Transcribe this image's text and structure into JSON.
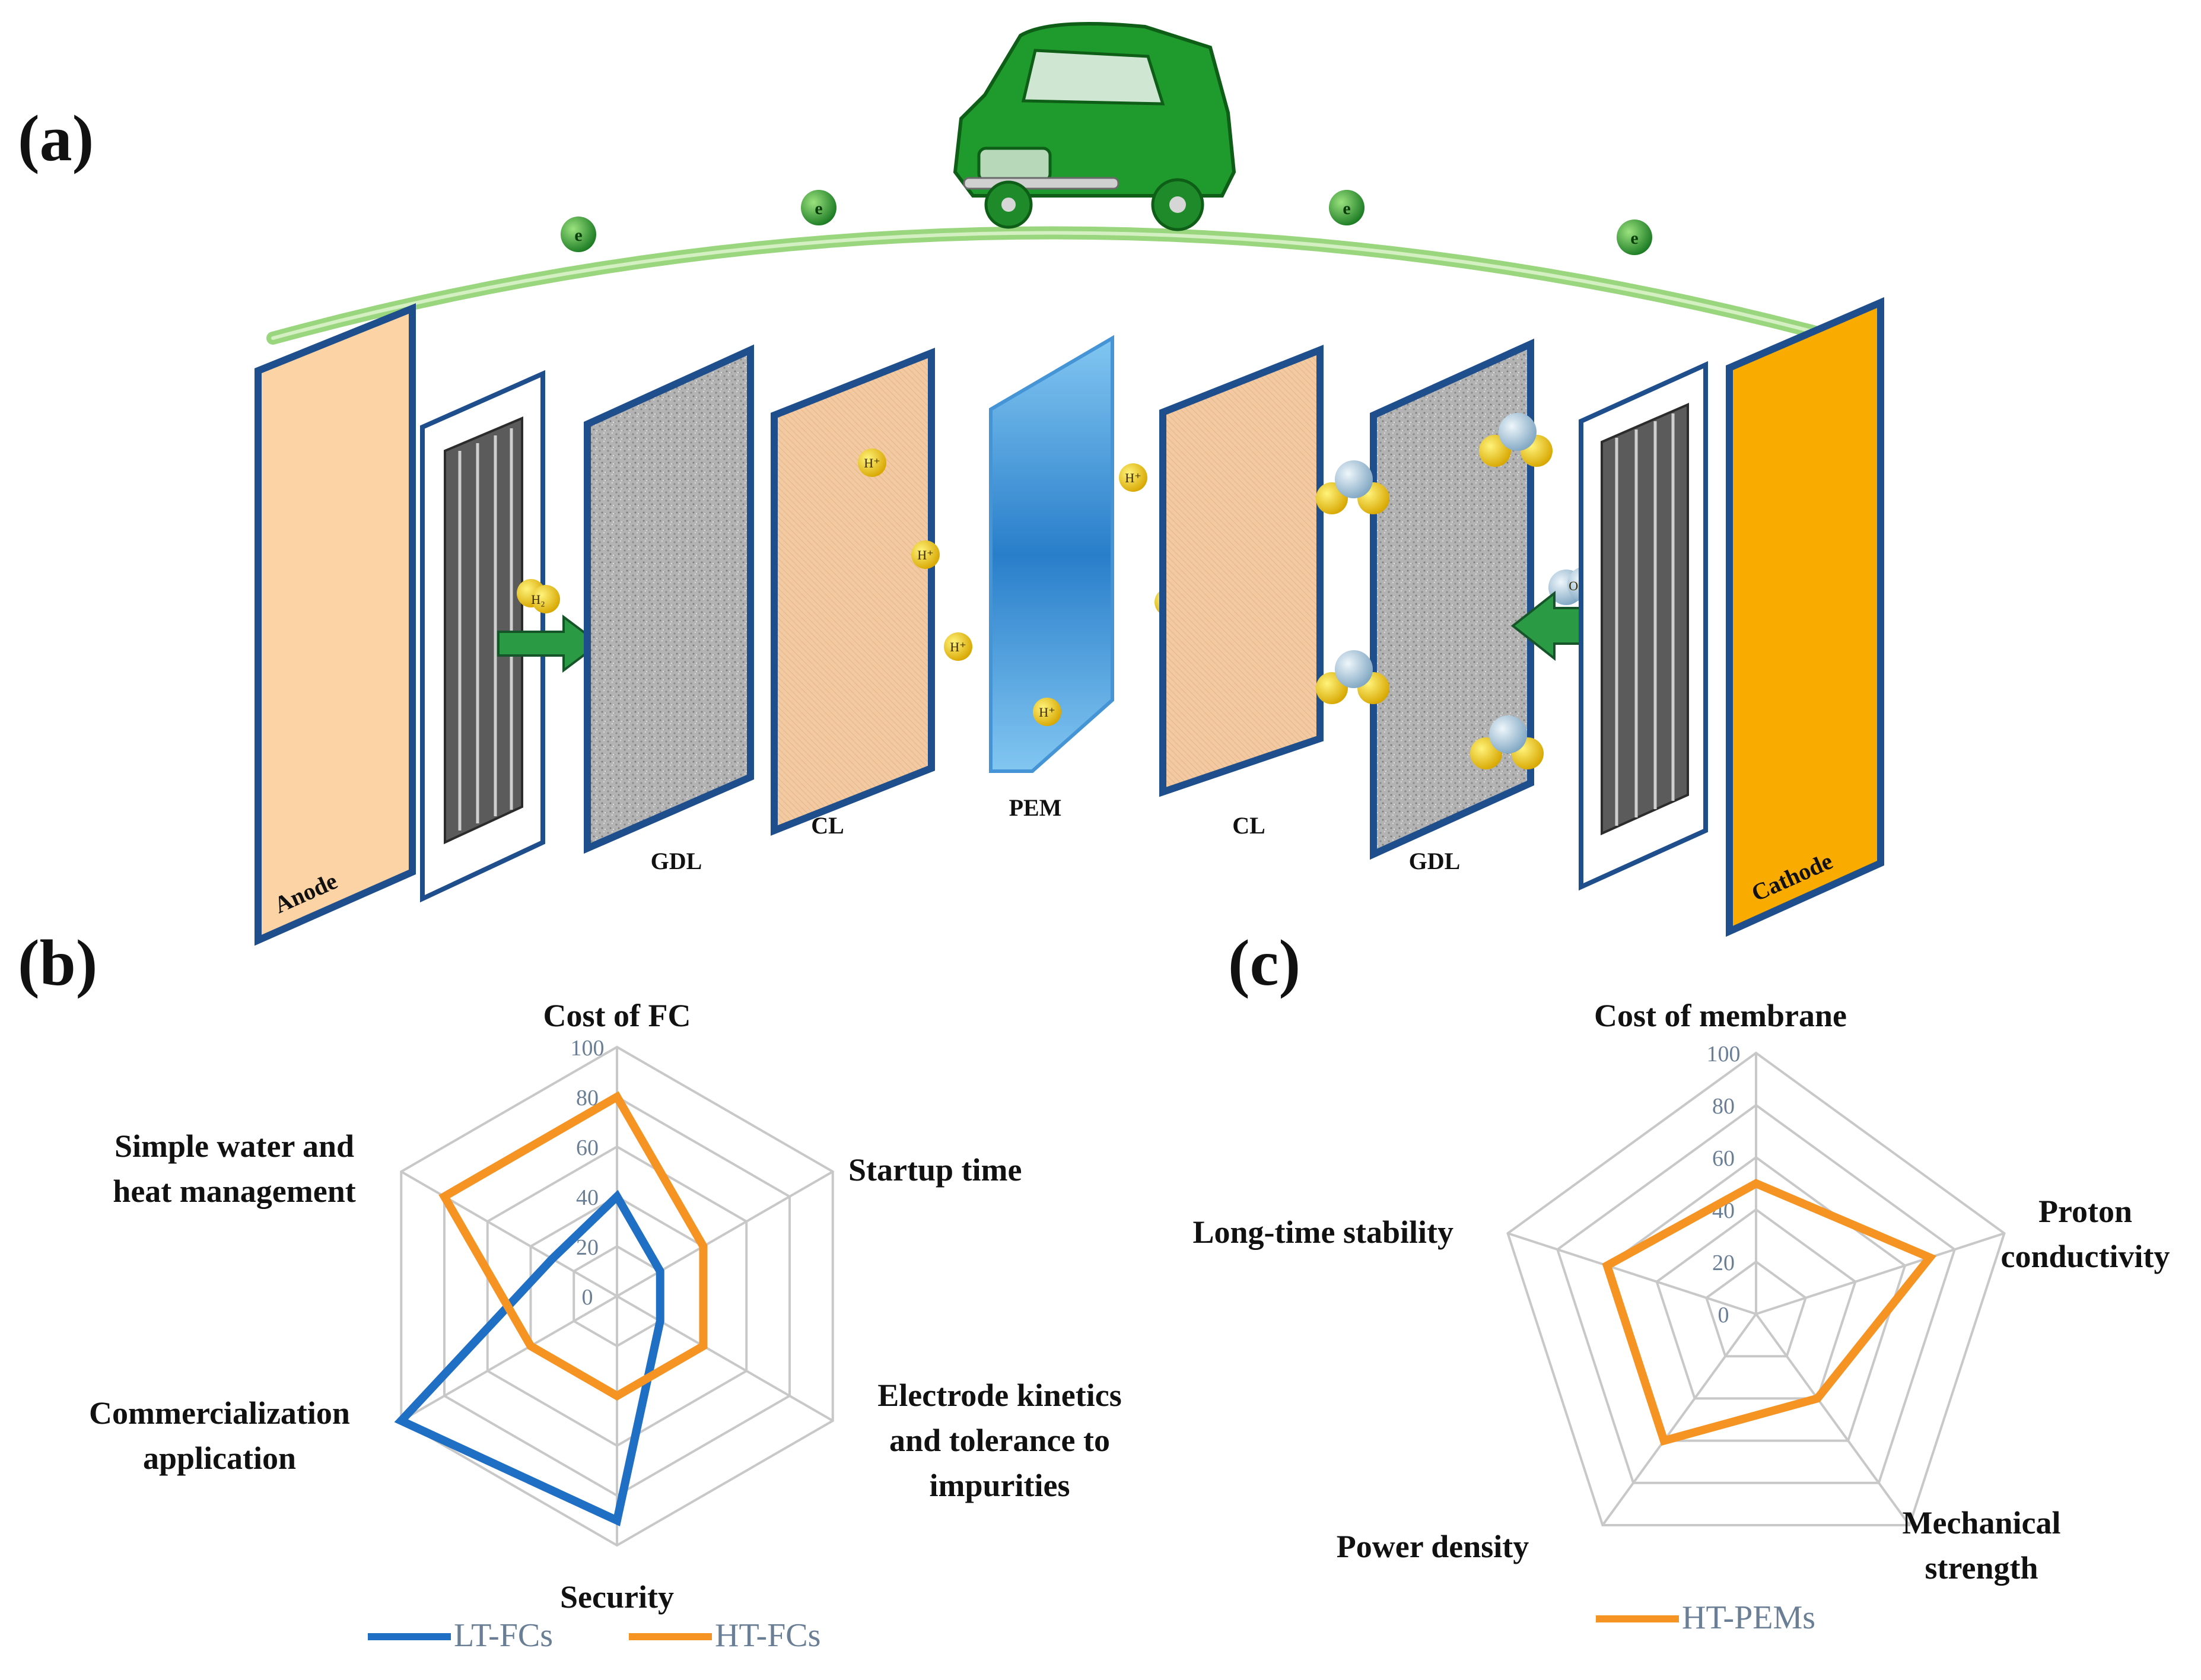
{
  "panels": {
    "a": "(a)",
    "b": "(b)",
    "c": "(c)"
  },
  "diagram": {
    "layers": [
      "Anode",
      "GDL",
      "CL",
      "PEM",
      "CL",
      "GDL",
      "Cathode"
    ],
    "electron_symbol": "e",
    "ion_symbol": "H⁺",
    "anode_gas": "H₂",
    "cathode_gas": "O₂",
    "colors": {
      "anode": "#fcd3a5",
      "cathode": "#f9ab00",
      "gdl": "#b0b0b0",
      "cl": "#f2c9a1",
      "pem": "#4aa7e6",
      "edge": "#1f4e8c",
      "wire": "#8fcf6e",
      "car": "#1f9a2d",
      "electron": "#2e9e3a",
      "proton": "#f3cf00",
      "oxygen": "#a9c7dd"
    }
  },
  "chart_data": [
    {
      "type": "radar",
      "panel": "(b)",
      "axes": [
        "Cost of FC",
        "Startup time",
        "Electrode kinetics and tolerance to impurities",
        "Security",
        "Commercialization application",
        "Simple water and heat management"
      ],
      "axis_label_lines": [
        [
          "Cost of FC"
        ],
        [
          "Startup time"
        ],
        [
          "Electrode kinetics",
          "and tolerance to",
          "impurities"
        ],
        [
          "Security"
        ],
        [
          "Commercialization",
          "application"
        ],
        [
          "Simple water and",
          "heat management"
        ]
      ],
      "rlim": [
        0,
        100
      ],
      "ticks": [
        "0",
        "20",
        "40",
        "60",
        "80",
        "100"
      ],
      "series": [
        {
          "name": "LT-FCs",
          "color": "#1f6fc4",
          "values": [
            40,
            20,
            20,
            90,
            100,
            30
          ]
        },
        {
          "name": "HT-FCs",
          "color": "#f59323",
          "values": [
            80,
            40,
            40,
            40,
            40,
            80
          ]
        }
      ],
      "grid": true,
      "legend": "bottom"
    },
    {
      "type": "radar",
      "panel": "(c)",
      "axes": [
        "Cost of membrane",
        "Proton conductivity",
        "Mechanical strength",
        "Power density",
        "Long-time stability"
      ],
      "axis_label_lines": [
        [
          "Cost of membrane"
        ],
        [
          "Proton",
          "conductivity"
        ],
        [
          "Mechanical",
          "strength"
        ],
        [
          "Power density"
        ],
        [
          "Long-time stability"
        ]
      ],
      "rlim": [
        0,
        100
      ],
      "ticks": [
        "0",
        "20",
        "40",
        "60",
        "80",
        "100"
      ],
      "series": [
        {
          "name": "HT-PEMs",
          "color": "#f59323",
          "values": [
            50,
            70,
            40,
            60,
            60
          ]
        }
      ],
      "grid": true,
      "legend": "bottom"
    }
  ]
}
